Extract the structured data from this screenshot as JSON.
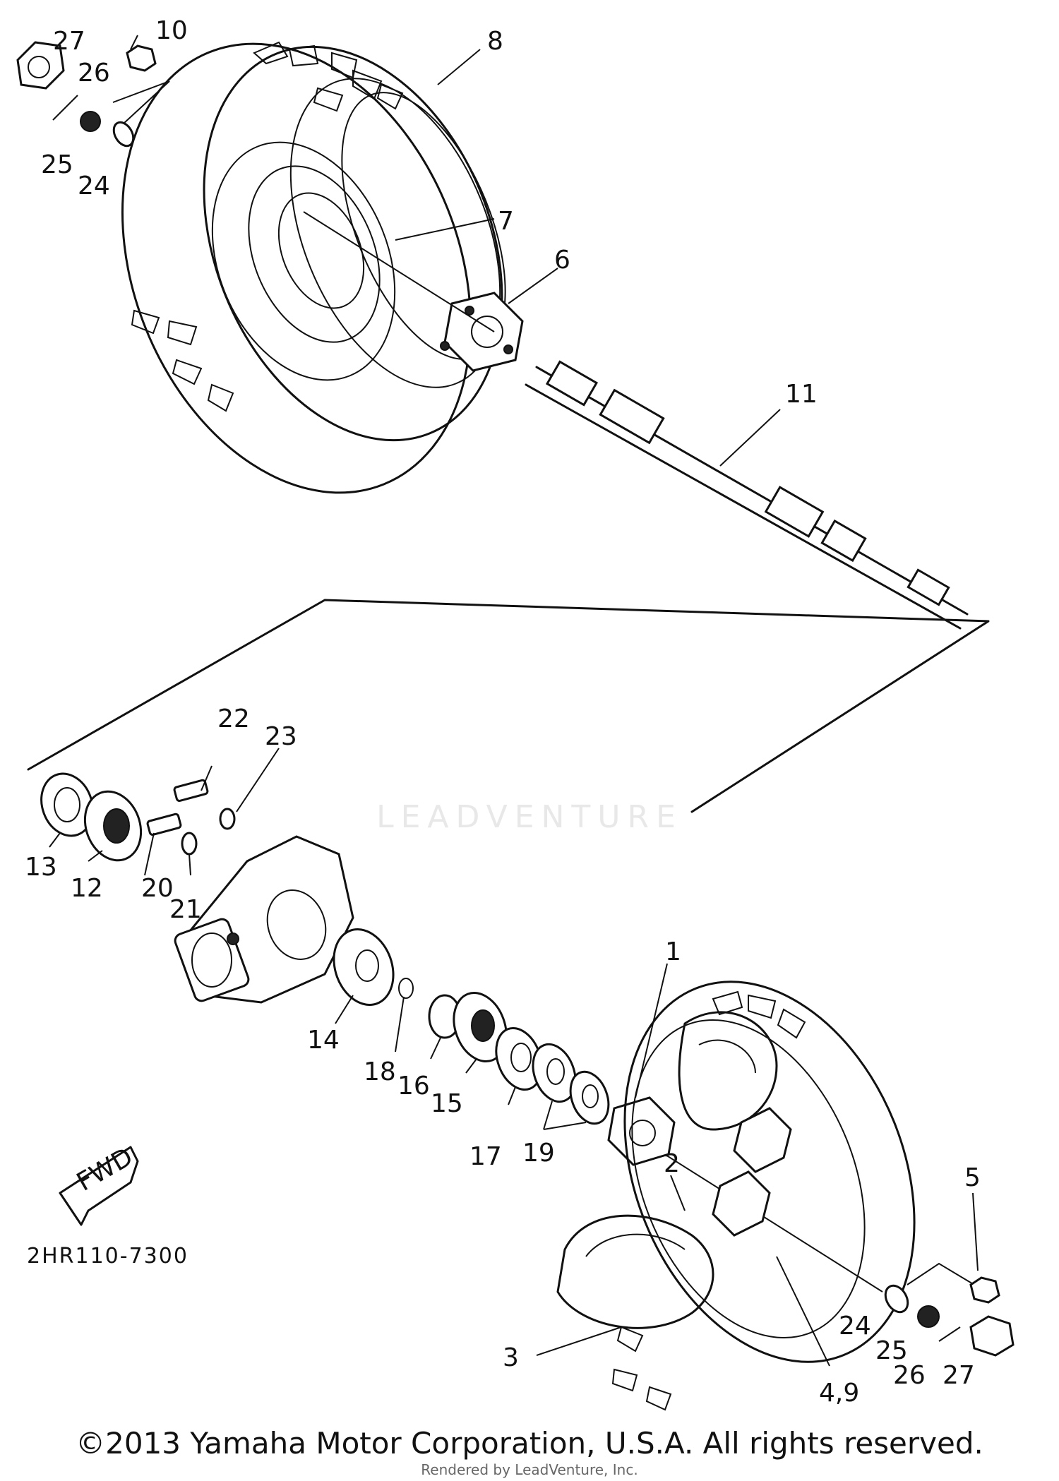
{
  "diagram": {
    "code": "2HR110-7300",
    "fwd_label": "FWD",
    "watermark": "LEADVENTURE",
    "copyright": "©2013 Yamaha Motor Corporation, U.S.A. All rights reserved.",
    "rendered_by": "Rendered by LeadVenture, Inc.",
    "callouts": [
      {
        "id": "c27a",
        "text": "27"
      },
      {
        "id": "c10",
        "text": "10"
      },
      {
        "id": "c26a",
        "text": "26"
      },
      {
        "id": "c25a",
        "text": "25"
      },
      {
        "id": "c24a",
        "text": "24"
      },
      {
        "id": "c8",
        "text": "8"
      },
      {
        "id": "c7",
        "text": "7"
      },
      {
        "id": "c6",
        "text": "6"
      },
      {
        "id": "c11",
        "text": "11"
      },
      {
        "id": "c22",
        "text": "22"
      },
      {
        "id": "c23",
        "text": "23"
      },
      {
        "id": "c13",
        "text": "13"
      },
      {
        "id": "c12",
        "text": "12"
      },
      {
        "id": "c20",
        "text": "20"
      },
      {
        "id": "c21",
        "text": "21"
      },
      {
        "id": "c14",
        "text": "14"
      },
      {
        "id": "c18",
        "text": "18"
      },
      {
        "id": "c16",
        "text": "16"
      },
      {
        "id": "c15",
        "text": "15"
      },
      {
        "id": "c17",
        "text": "17"
      },
      {
        "id": "c19",
        "text": "19"
      },
      {
        "id": "c1",
        "text": "1"
      },
      {
        "id": "c2",
        "text": "2"
      },
      {
        "id": "c5",
        "text": "5"
      },
      {
        "id": "c3",
        "text": "3"
      },
      {
        "id": "c24b",
        "text": "24"
      },
      {
        "id": "c25b",
        "text": "25"
      },
      {
        "id": "c26b",
        "text": "26"
      },
      {
        "id": "c27b",
        "text": "27"
      },
      {
        "id": "c49",
        "text": "4,9"
      }
    ]
  }
}
